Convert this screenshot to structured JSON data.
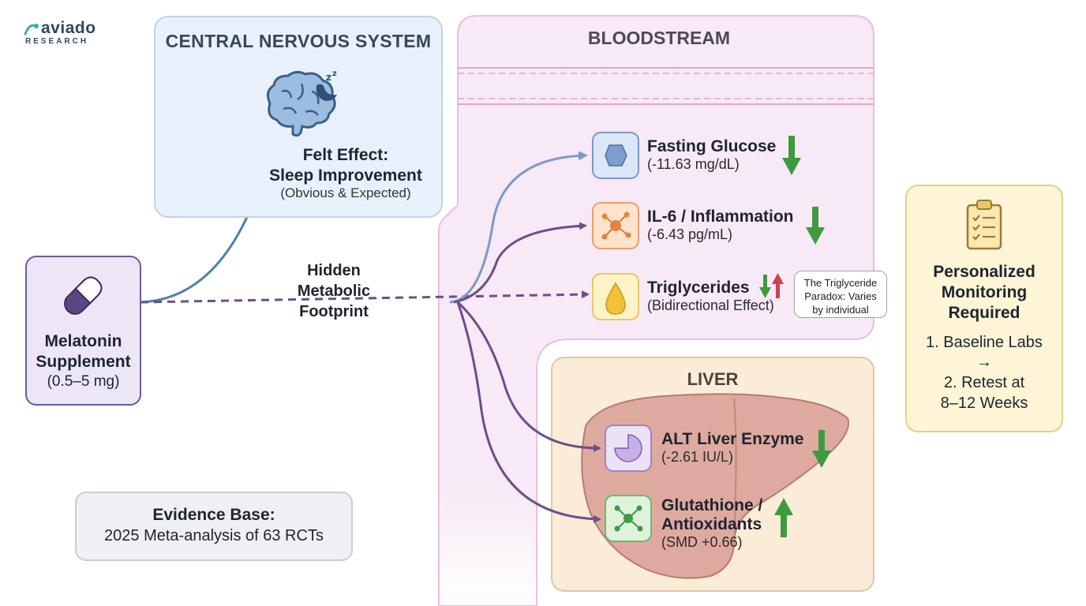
{
  "logo": {
    "word": "aviado",
    "sub": "RESEARCH"
  },
  "cns": {
    "title": "CENTRAL NERVOUS SYSTEM",
    "felt_title": "Felt Effect:",
    "felt_title2": "Sleep Improvement",
    "felt_sub": "(Obvious & Expected)"
  },
  "supplement": {
    "title": "Melatonin",
    "title2": "Supplement",
    "dose": "(0.5–5 mg)"
  },
  "hidden": {
    "line1": "Hidden",
    "line2": "Metabolic",
    "line3": "Footprint"
  },
  "bloodstream": {
    "title": "BLOODSTREAM",
    "items": [
      {
        "title": "Fasting Glucose",
        "value": "(-11.63 mg/dL)",
        "icon": "hexagon-icon",
        "direction": "down"
      },
      {
        "title": "IL-6 / Inflammation",
        "value": "(-6.43 pg/mL)",
        "icon": "molecule-icon",
        "direction": "down"
      },
      {
        "title": "Triglycerides",
        "value": "(Bidirectional Effect)",
        "icon": "droplet-icon",
        "direction": "both"
      }
    ],
    "tooltip": {
      "line1": "The Triglyceride",
      "line2": "Paradox: Varies",
      "line3": "by individual"
    }
  },
  "liver": {
    "title": "LIVER",
    "items": [
      {
        "title": "ALT Liver Enzyme",
        "value": "(-2.61 IU/L)",
        "icon": "pie-icon",
        "direction": "down"
      },
      {
        "title": "Glutathione /",
        "title2": "Antioxidants",
        "value": "(SMD +0.66)",
        "icon": "network-icon",
        "direction": "up"
      }
    ]
  },
  "monitoring": {
    "title": "Personalized",
    "title2": "Monitoring",
    "title3": "Required",
    "step1": "1. Baseline Labs",
    "arrow": "→",
    "step2": "2. Retest at",
    "step2b": "8–12 Weeks"
  },
  "evidence": {
    "title": "Evidence Base:",
    "sub": "2025 Meta-analysis of 63 RCTs"
  },
  "colors": {
    "purple": "#6b4f8c",
    "blue_arrow": "#4f7fae",
    "down_arrow": "#3f9a3f",
    "up_arrow": "#d04050",
    "bloodstream_bg": "#f7e9f5",
    "liver_bg": "#faecd6"
  }
}
